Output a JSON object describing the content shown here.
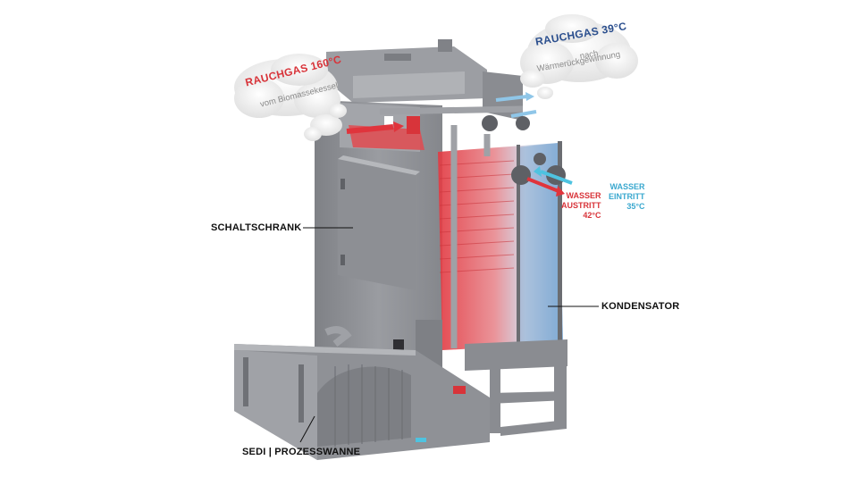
{
  "clouds": {
    "hot": {
      "title": "RAUCHGAS 160°C",
      "subtitle": "vom Biomassekessel",
      "color": "#d8343a"
    },
    "cool": {
      "title": "RAUCHGAS 39°C",
      "subtitle_line1": "nach",
      "subtitle_line2": "Wärmerückgewinnung",
      "color": "#2b4f8e"
    }
  },
  "water": {
    "outlet": {
      "line1": "WASSER",
      "line2": "AUSTRITT",
      "line3": "42°C",
      "color": "#d8343a"
    },
    "inlet": {
      "line1": "WASSER",
      "line2": "EINTRITT",
      "line3": "35°C",
      "color": "#3aa8cf"
    }
  },
  "labels": {
    "schaltschrank": "SCHALTSCHRANK",
    "kondensator": "KONDENSATOR",
    "sedi": "SEDI | PROZESSWANNE"
  },
  "colors": {
    "steel": "#8f9196",
    "steel_dark": "#6e7075",
    "steel_light": "#b3b5b9",
    "hot": "#e0343c",
    "cold": "#8fc6e8"
  }
}
